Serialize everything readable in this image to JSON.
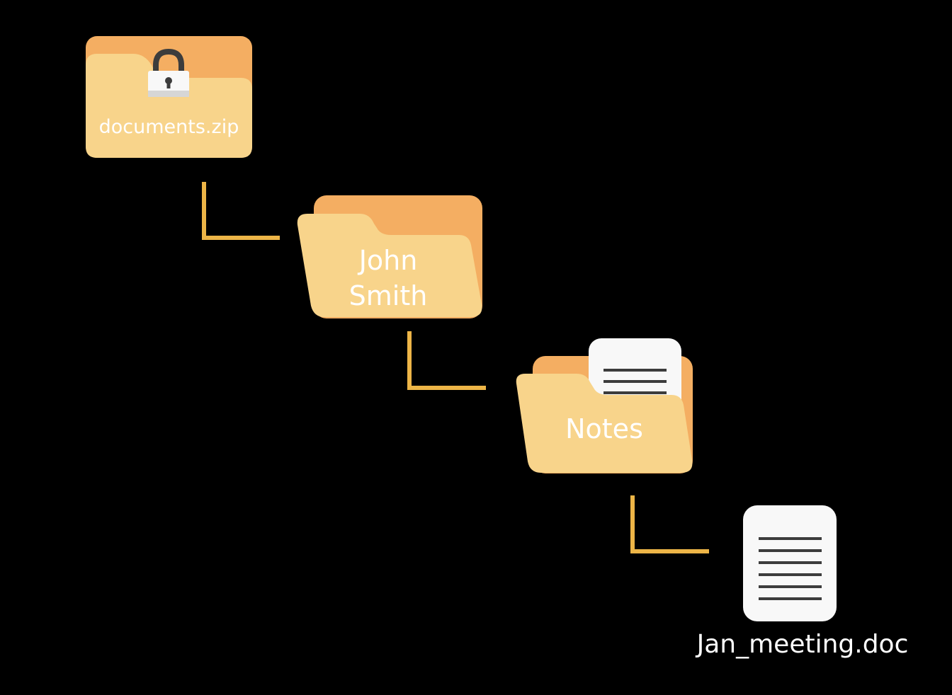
{
  "nodes": {
    "zip": {
      "label": "documents.zip",
      "icon": "locked-folder-icon"
    },
    "folder_1": {
      "label": "John Smith",
      "icon": "open-folder-icon"
    },
    "folder_2": {
      "label": "Notes",
      "icon": "folder-with-document-icon"
    },
    "file": {
      "label": "Jan_meeting.doc",
      "icon": "document-icon"
    }
  },
  "colors": {
    "background": "#000000",
    "folder_back": "#F4AE62",
    "folder_front": "#F8D48B",
    "connector": "#EDB547",
    "paper": "#F8F8F8",
    "paper_lines": "#3C3C3C",
    "text": "#FFFFFF"
  }
}
